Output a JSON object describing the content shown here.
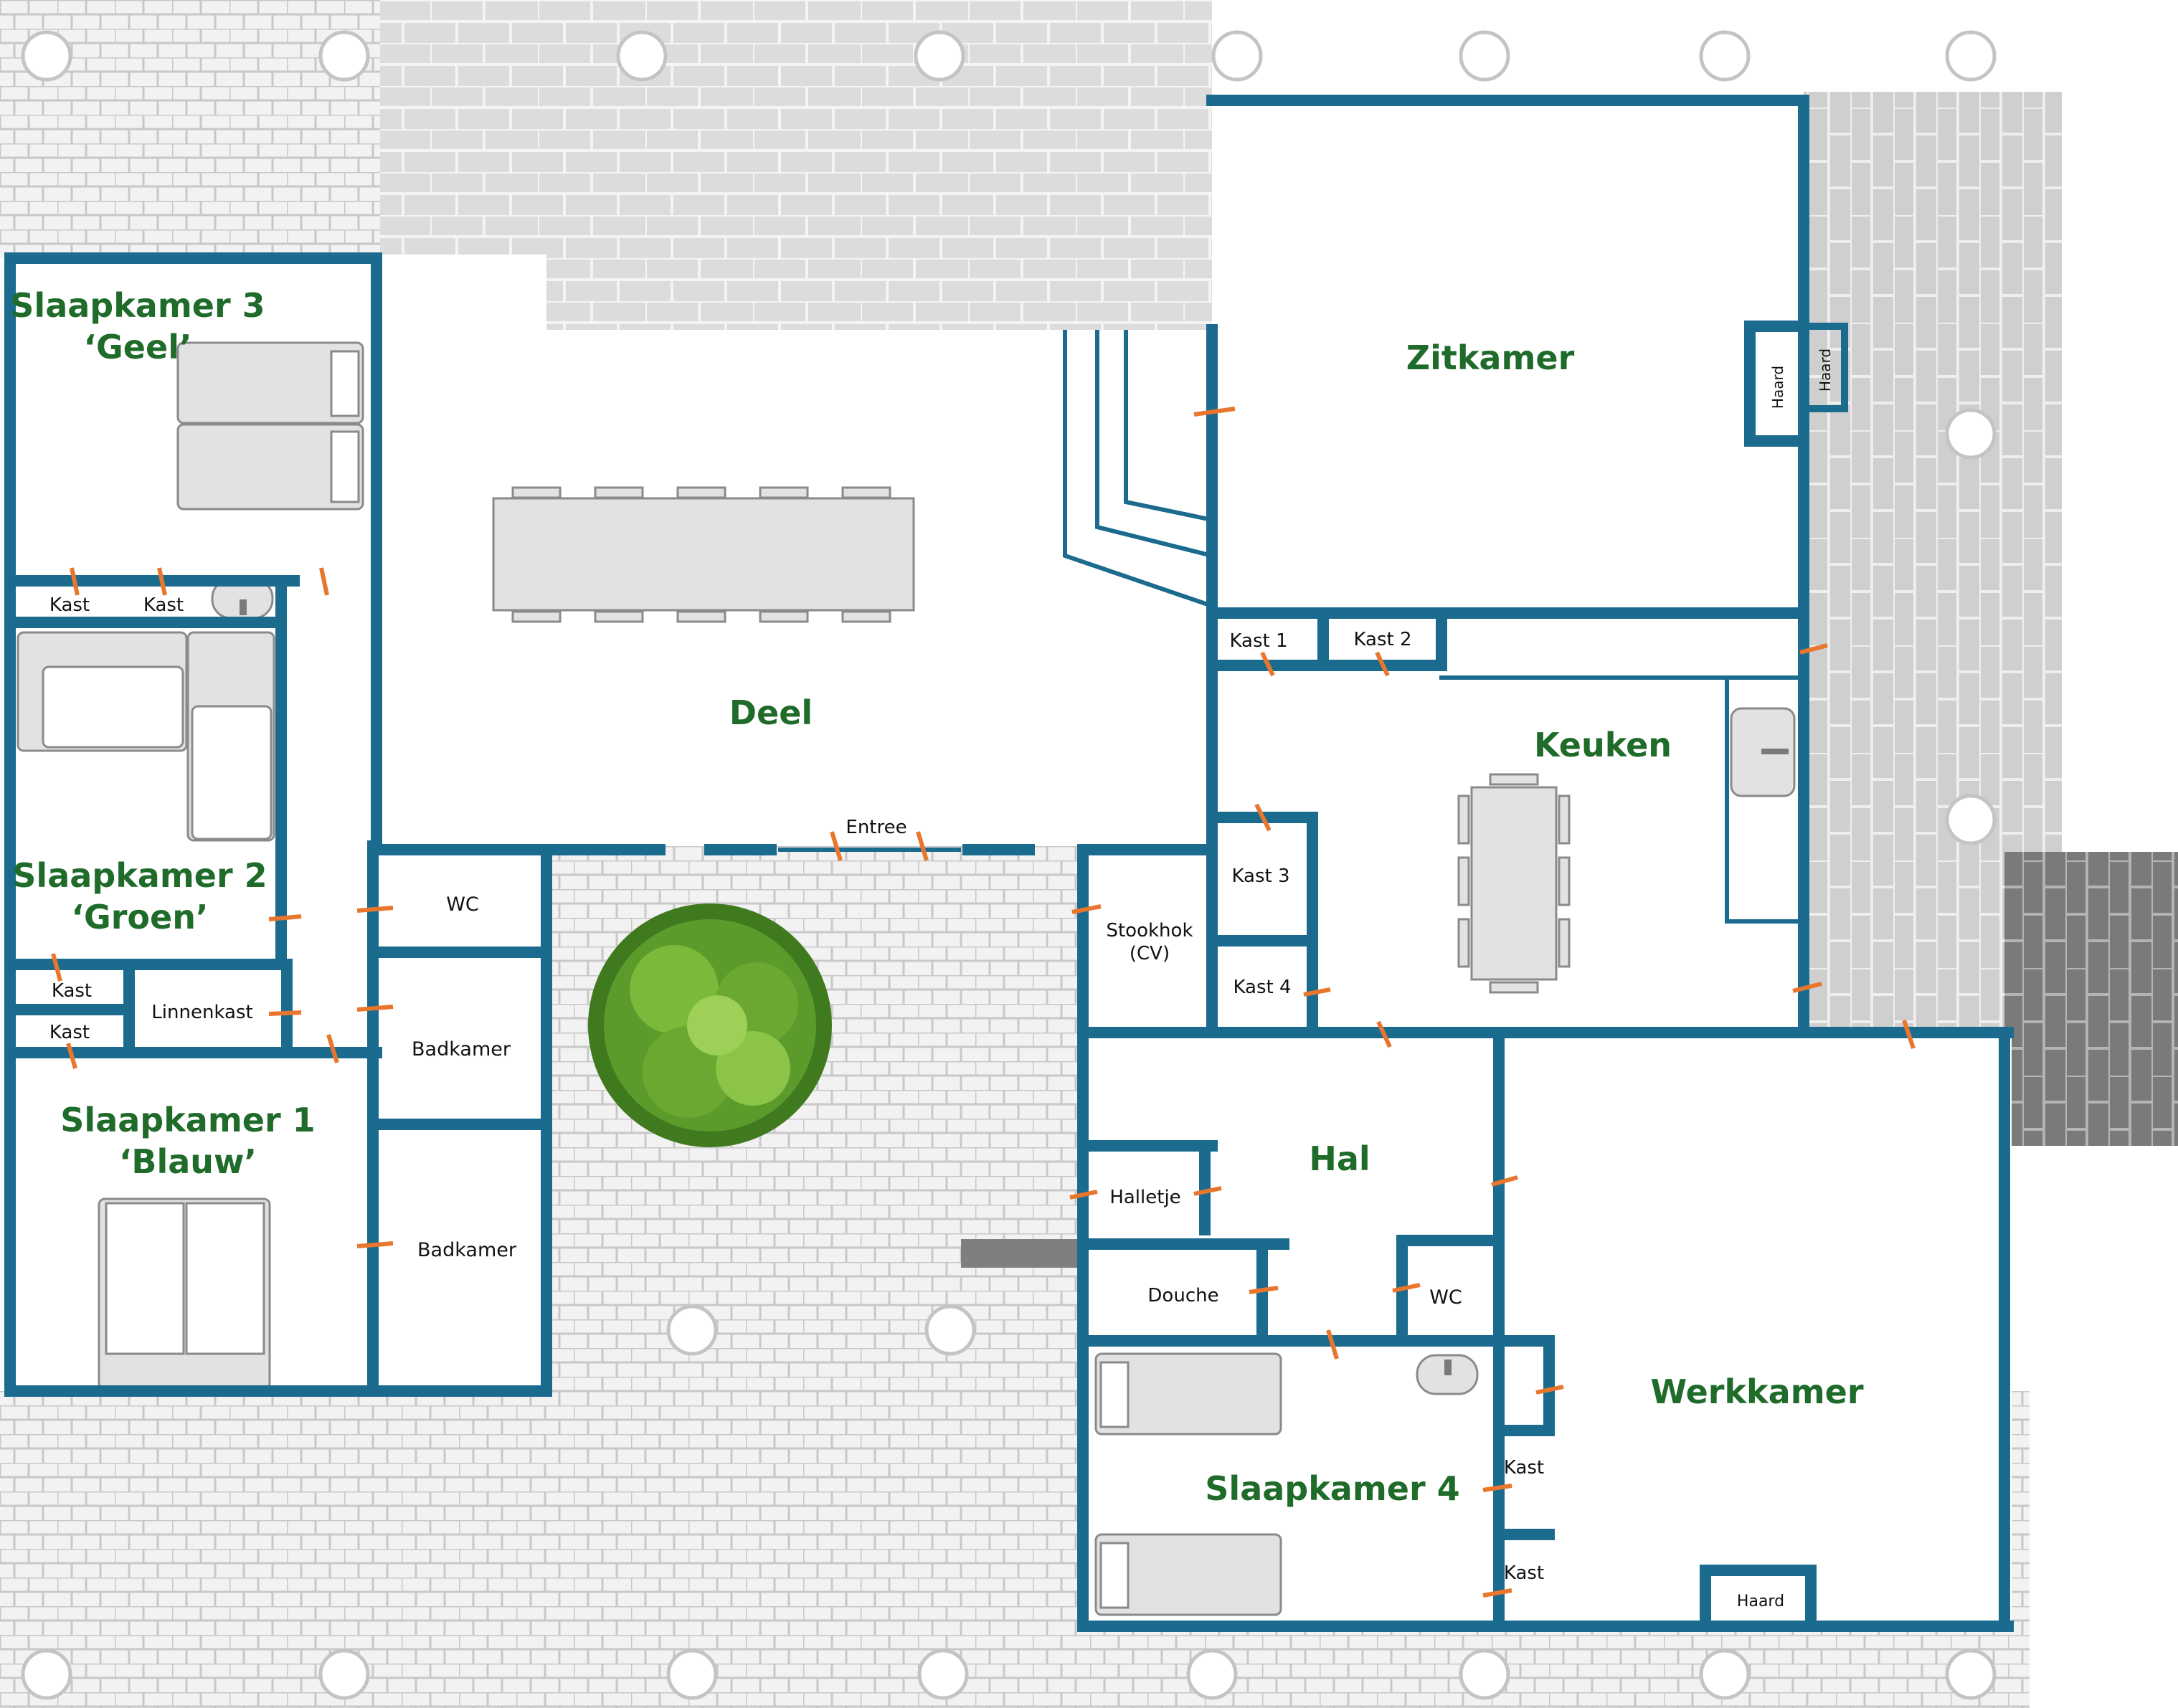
{
  "colors": {
    "wall": "#1b6b8f",
    "door_mark": "#e8762d",
    "room_label": "#1f6b2a",
    "paving_light": "#e6e6e6",
    "paving_dark": "#9a9a9a",
    "furniture": "#d6d6d6"
  },
  "rooms": {
    "slaapkamer3": "Slaapkamer 3",
    "slaapkamer3_sub": "‘Geel’",
    "slaapkamer2": "Slaapkamer 2",
    "slaapkamer2_sub": "‘Groen’",
    "slaapkamer1": "Slaapkamer 1",
    "slaapkamer1_sub": "‘Blauw’",
    "deel": "Deel",
    "zitkamer": "Zitkamer",
    "keuken": "Keuken",
    "hal": "Hal",
    "werkkamer": "Werkkamer",
    "slaapkamer4": "Slaapkamer 4"
  },
  "labels": {
    "kast_a": "Kast",
    "kast_b": "Kast",
    "kast_c": "Kast",
    "kast_d": "Kast",
    "kast_e": "Kast",
    "kast_f": "Kast",
    "linnenkast": "Linnenkast",
    "wc1": "WC",
    "wc2": "WC",
    "badkamer1": "Badkamer",
    "badkamer2": "Badkamer",
    "entree": "Entree",
    "stookhok": "Stookhok",
    "stookhok_sub": "(CV)",
    "kast1": "Kast 1",
    "kast2": "Kast 2",
    "kast3": "Kast 3",
    "kast4": "Kast 4",
    "halletje": "Halletje",
    "douche": "Douche",
    "haard1": "Haard",
    "haard2": "Haard",
    "haard3": "Haard"
  }
}
